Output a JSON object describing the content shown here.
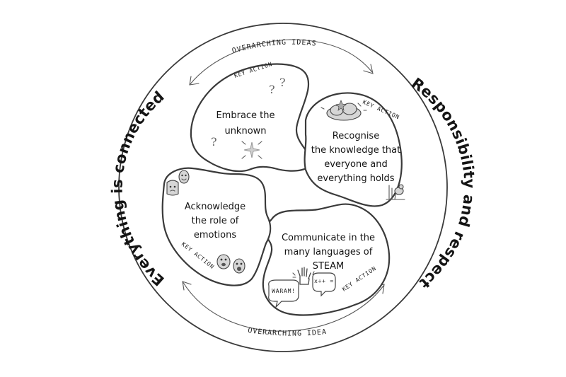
{
  "overarching_ideas": {
    "left": "Everything is connected",
    "right": "Responsibility and respect",
    "arc_label_top": "OVERARCHING IDEAS",
    "arc_label_bottom": "OVERARCHING IDEAS"
  },
  "key_actions": [
    {
      "tag": "KEY ACTION",
      "lines": [
        "Embrace the",
        "unknown"
      ]
    },
    {
      "tag": "KEY ACTION",
      "lines": [
        "Recognise",
        "the knowledge that",
        "everyone and",
        "everything holds"
      ]
    },
    {
      "tag": "KEY ACTION",
      "lines": [
        "Communicate in the",
        "many languages of",
        "STEAM"
      ]
    },
    {
      "tag": "KEY ACTION",
      "lines": [
        "Acknowledge",
        "the role of",
        "emotions"
      ]
    }
  ],
  "doodles": {
    "question_marks": [
      "?",
      "?",
      "?"
    ],
    "speech_bubble": "WARAM!",
    "math_bubble": "x÷+ ="
  },
  "icons": [
    "question-mark-icon",
    "sparkle-icon",
    "cloud-stars-icon",
    "bird-icon",
    "hand-icon",
    "speech-bubble-icon",
    "face-icon"
  ]
}
